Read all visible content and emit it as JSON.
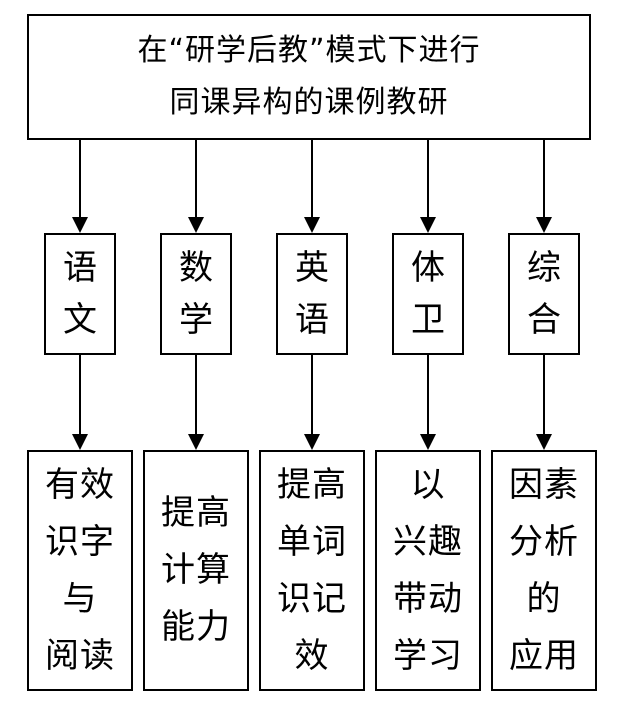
{
  "title": {
    "lines": [
      "在“研学后教”模式下进行",
      "同课异构的课例教研"
    ]
  },
  "subjects": [
    {
      "id": "chinese",
      "chars": [
        "语",
        "文"
      ]
    },
    {
      "id": "math",
      "chars": [
        "数",
        "学"
      ]
    },
    {
      "id": "english",
      "chars": [
        "英",
        "语"
      ]
    },
    {
      "id": "pe-health",
      "chars": [
        "体",
        "卫"
      ]
    },
    {
      "id": "integrated",
      "chars": [
        "综",
        "合"
      ]
    }
  ],
  "outcomes": [
    {
      "id": "chinese",
      "lines": [
        "有效",
        "识字",
        "与",
        "阅读"
      ]
    },
    {
      "id": "math",
      "lines": [
        "提高",
        "计算",
        "能力"
      ]
    },
    {
      "id": "english",
      "lines": [
        "提高",
        "单词",
        "识记",
        "效"
      ]
    },
    {
      "id": "pe-health",
      "lines": [
        "以",
        "兴趣",
        "带动",
        "学习"
      ]
    },
    {
      "id": "integrated",
      "lines": [
        "因素",
        "分析",
        "的",
        "应用"
      ]
    }
  ],
  "colors": {
    "stroke": "#000000",
    "background": "#ffffff"
  }
}
